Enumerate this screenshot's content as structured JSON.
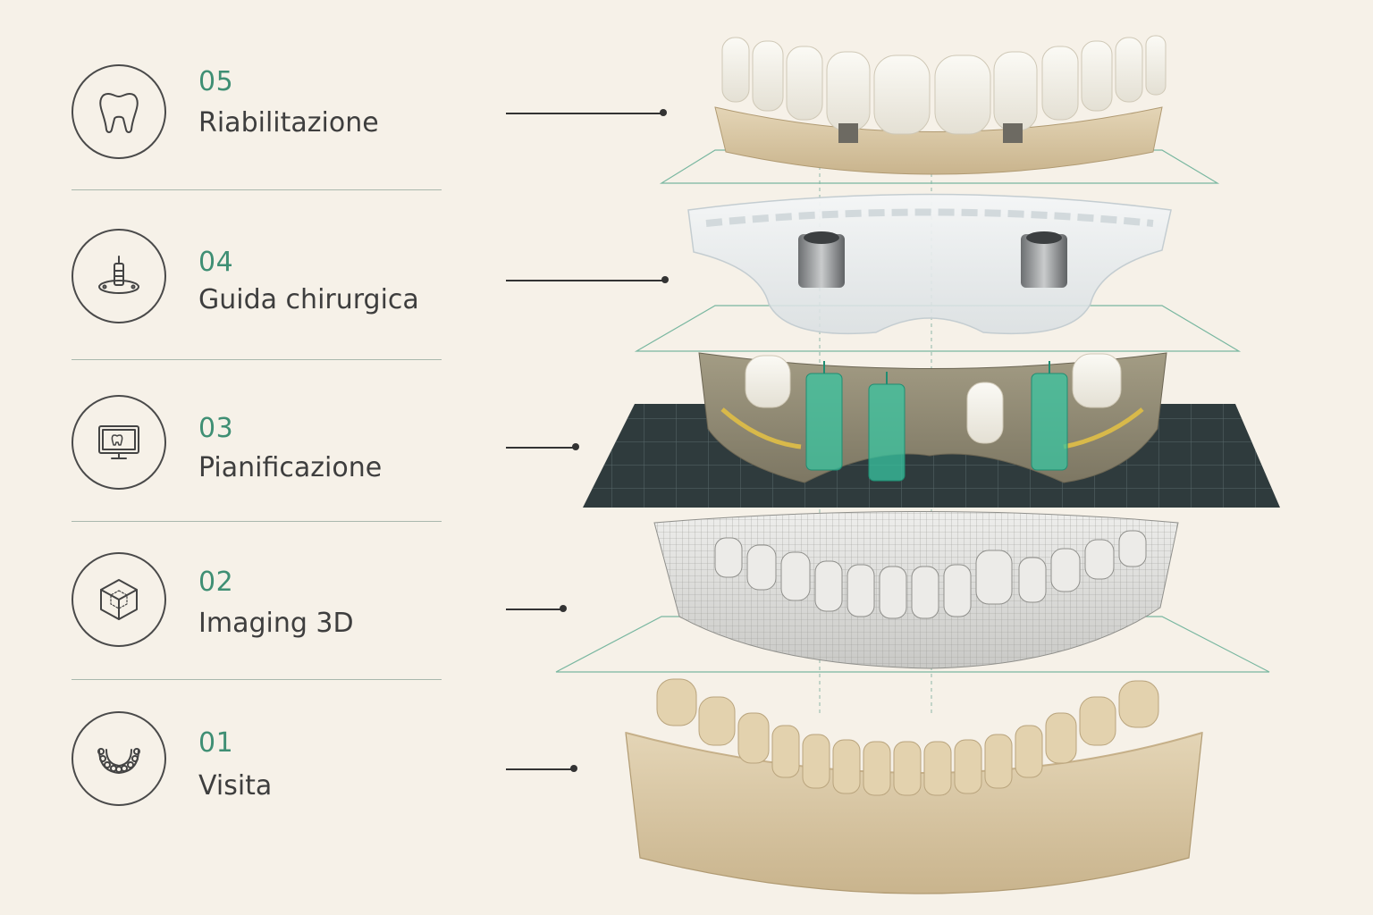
{
  "steps": [
    {
      "number": "05",
      "label": "Riabilitazione",
      "icon": "tooth-icon"
    },
    {
      "number": "04",
      "label": "Guida chirurgica",
      "icon": "implant-icon"
    },
    {
      "number": "03",
      "label": "Pianificazione",
      "icon": "monitor-tooth-icon"
    },
    {
      "number": "02",
      "label": "Imaging 3D",
      "icon": "cube-scan-icon"
    },
    {
      "number": "01",
      "label": "Visita",
      "icon": "dental-arch-icon"
    }
  ],
  "colors": {
    "accent": "#3f8f74",
    "background": "#f6f1e8",
    "text": "#3e3e3e",
    "plaster": "#d8c6a3",
    "planning_plate": "#2f3b3d",
    "implant_green": "#38c4a0"
  }
}
